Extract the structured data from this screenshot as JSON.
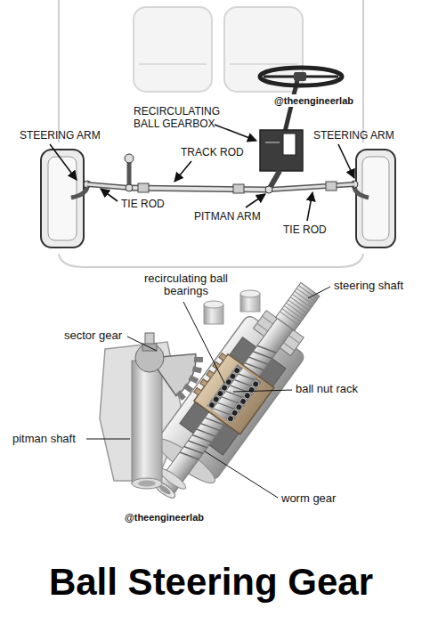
{
  "diagram": {
    "title": "Ball Steering Gear",
    "labels": [
      "RECIRCULATING BALL GEARBOX",
      "@theengineerlab",
      "STEERING ARM",
      "STEERING ARM",
      "TRACK ROD",
      "TIE ROD",
      "PITMAN ARM",
      "TIE ROD",
      "recirculating ball bearings",
      "steering shaft",
      "sector gear",
      "ball nut rack",
      "pitman shaft",
      "worm gear",
      "@theengineerlab"
    ]
  }
}
